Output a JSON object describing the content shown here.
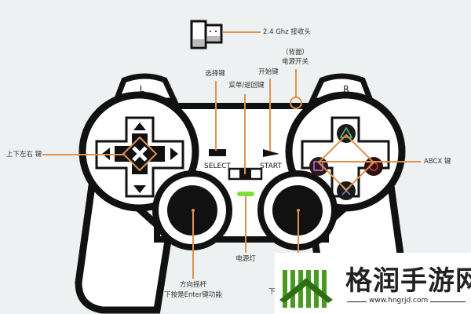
{
  "labels": {
    "receiver": "2.4 Ghz 接收头",
    "power_switch_back": "（背面）",
    "power_switch": "电源开关",
    "select_key": "选择键",
    "start_key": "开始键",
    "menu_back_key": "菜单/返回键",
    "dpad": "上下左右 键",
    "abcx": "ABCX 键",
    "power_led": "电源灯",
    "left_stick_line1": "方向摇杆",
    "left_stick_line2": "下按是Enter键功能",
    "right_stick_partial": "下"
  },
  "controller": {
    "shoulder_left": "L",
    "shoulder_right": "R",
    "select": "SELECT",
    "start": "START"
  },
  "watermark": {
    "title": "格润手游网",
    "url": "www.hngrjd.com"
  },
  "colors": {
    "leader": "#e0924e",
    "led": "#7be03a",
    "logo_green": "#4a9a22"
  }
}
